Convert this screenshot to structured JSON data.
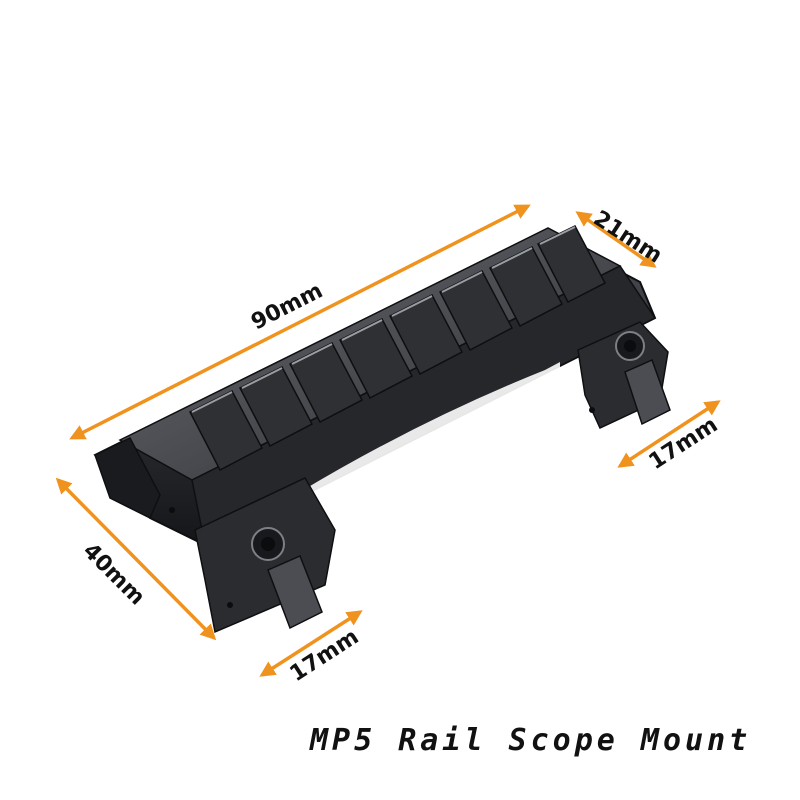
{
  "product": {
    "caption": "MP5 Rail Scope Mount"
  },
  "dimensions": {
    "length": "90mm",
    "top_width": "21mm",
    "depth": "40mm",
    "right_leg": "17mm",
    "left_leg": "17mm"
  },
  "colors": {
    "arrow": "#F0921E",
    "metal_dark": "#1c1d20",
    "metal_mid": "#3a3c41",
    "metal_light": "#8a8d93",
    "text": "#111111",
    "background": "#ffffff"
  }
}
